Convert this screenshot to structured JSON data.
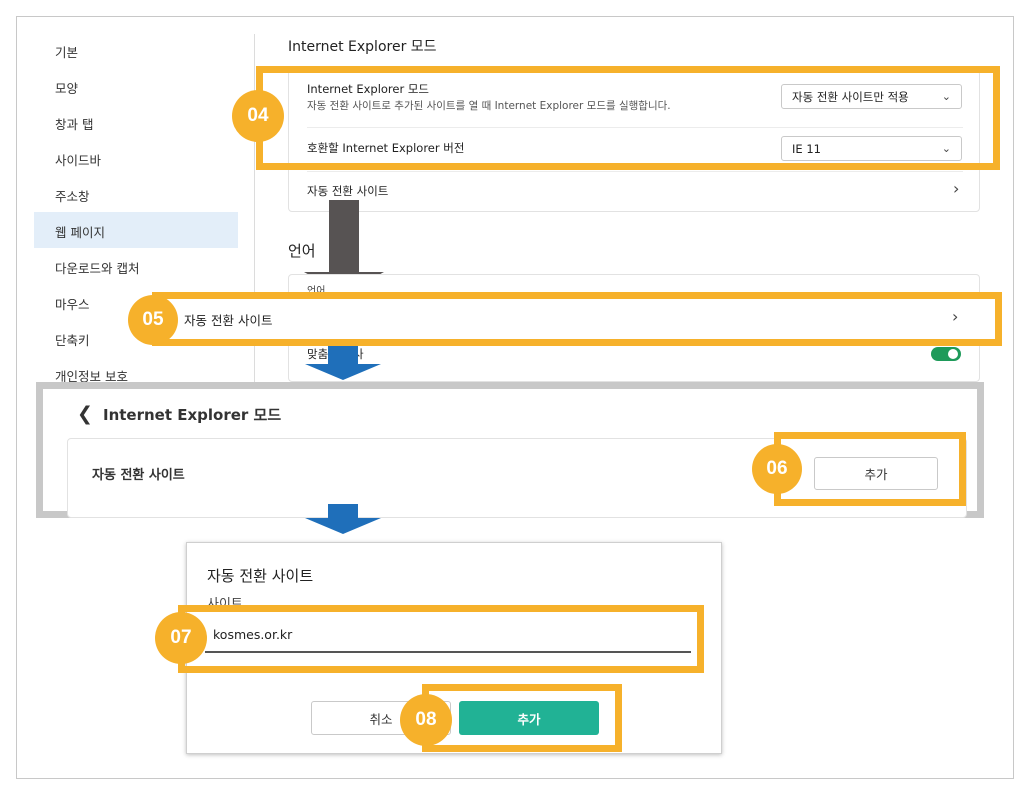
{
  "sidebar": {
    "items": [
      {
        "label": "기본"
      },
      {
        "label": "모양"
      },
      {
        "label": "창과 탭"
      },
      {
        "label": "사이드바"
      },
      {
        "label": "주소창"
      },
      {
        "label": "웹 페이지"
      },
      {
        "label": "다운로드와 캡처"
      },
      {
        "label": "마우스"
      },
      {
        "label": "단축키"
      },
      {
        "label": "개인정보 보호"
      }
    ]
  },
  "ie_section": {
    "title": "Internet Explorer 모드",
    "mode_label": "Internet Explorer 모드",
    "mode_desc": "자동 전환 사이트로 추가된 사이트를 열 때 Internet Explorer 모드를 실행합니다.",
    "mode_value": "자동 전환 사이트만 적용",
    "compat_label": "호환할 Internet Explorer 버전",
    "compat_value": "IE 11",
    "auto_sites_label": "자동 전환 사이트"
  },
  "language_section": {
    "title": "언어",
    "row_partial": "언어",
    "row3_partial": "맞춤법 검사"
  },
  "callout_05": {
    "label": "자동 전환 사이트"
  },
  "ie_page": {
    "title": "Internet Explorer 모드",
    "auto_sites_label": "자동 전환 사이트",
    "add_button": "추가"
  },
  "dialog": {
    "title": "자동 전환 사이트",
    "site_label": "사이트",
    "site_value": "kosmes.or.kr",
    "cancel_button": "취소",
    "add_button": "추가"
  },
  "badges": {
    "b04": "04",
    "b05": "05",
    "b06": "06",
    "b07": "07",
    "b08": "08"
  },
  "colors": {
    "highlight": "#f6b12b",
    "primary_button": "#21b295",
    "arrow_blue": "#1f6fba",
    "arrow_gray": "#575353",
    "sidebar_active": "#e3eef9"
  }
}
